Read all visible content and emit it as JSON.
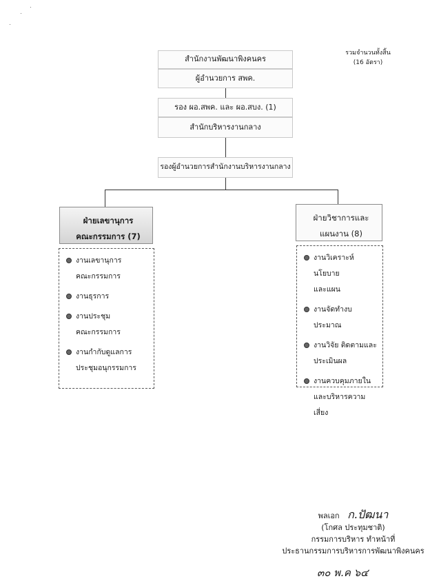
{
  "org_chart": {
    "top_unit": "สำนักงานพัฒนาพิงคนคร",
    "director": "ผู้อำนวยการ สพค.",
    "deputy": "รอง ผอ.สพค. และ ผอ.สบง. (1)",
    "central_office": "สำนักบริหารงานกลาง",
    "central_deputy": "รองผู้อำนวยการสำนักงานบริหารงานกลาง",
    "total_note": {
      "line1": "รวมจำนวนทั้งสิ้น",
      "line2": "(16 อัตรา)"
    },
    "divisions": [
      {
        "title_line1": "ฝ่ายเลขานุการ",
        "title_line2": "คณะกรรมการ (7)",
        "tasks": [
          [
            "งานเลขานุการ",
            "คณะกรรมการ"
          ],
          [
            "งานธุรการ"
          ],
          [
            "งานประชุม",
            "คณะกรรมการ"
          ],
          [
            "งานกำกับดูแลการ",
            "ประชุมอนุกรรมการ"
          ]
        ]
      },
      {
        "title_line1": "ฝ่ายวิชาการและ",
        "title_line2": "แผนงาน (8)",
        "tasks": [
          [
            "งานวิเคราะห์นโยบาย",
            "และแผน"
          ],
          [
            "งานจัดทำงบประมาณ"
          ],
          [
            "งานวิจัย ติดตามและ",
            "ประเมินผล"
          ],
          [
            "งานควบคุมภายใน",
            "และบริหารความเสี่ยง"
          ]
        ]
      }
    ]
  },
  "signature": {
    "rank_label": "พลเอก",
    "name": "(โกศล ประทุมชาติ)",
    "position_line1": "กรรมการบริหาร ทำหน้าที่",
    "position_line2": "ประธานกรรมการบริหารการพัฒนาพิงคนคร",
    "date": "๓๐ พ.ค ๖๔"
  }
}
